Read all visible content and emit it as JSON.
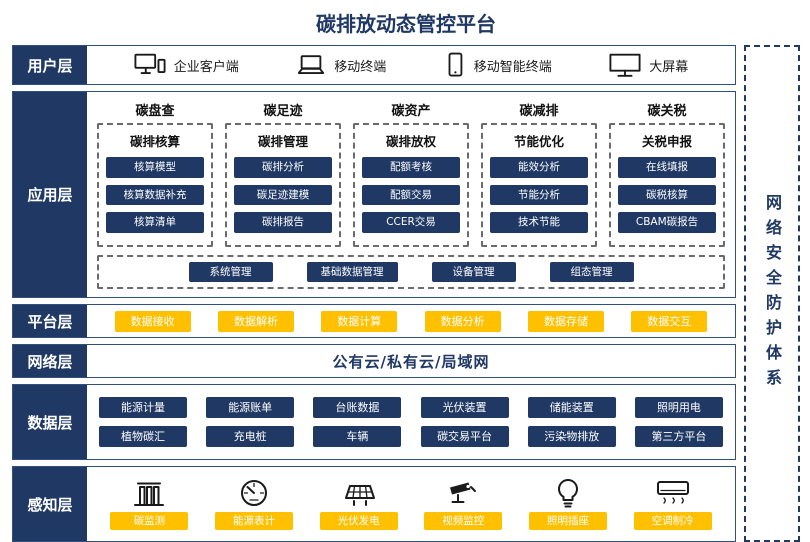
{
  "title": "碳排放动态管控平台",
  "colors": {
    "navy": "#1f3864",
    "yellow": "#ffc000"
  },
  "security_panel": {
    "text": "网络安全防护体系"
  },
  "user_layer": {
    "label": "用户层",
    "items": [
      {
        "icon": "desktop-icon",
        "label": "企业客户端"
      },
      {
        "icon": "laptop-icon",
        "label": "移动终端"
      },
      {
        "icon": "tablet-icon",
        "label": "移动智能终端"
      },
      {
        "icon": "monitor-icon",
        "label": "大屏幕"
      }
    ]
  },
  "app_layer": {
    "label": "应用层",
    "columns": [
      {
        "header": "碳盘查",
        "subheader": "碳排核算",
        "buttons": [
          "核算模型",
          "核算数据补充",
          "核算清单"
        ]
      },
      {
        "header": "碳足迹",
        "subheader": "碳排管理",
        "buttons": [
          "碳排分析",
          "碳足迹建模",
          "碳排报告"
        ]
      },
      {
        "header": "碳资产",
        "subheader": "碳排放权",
        "buttons": [
          "配额考核",
          "配额交易",
          "CCER交易"
        ]
      },
      {
        "header": "碳减排",
        "subheader": "节能优化",
        "buttons": [
          "能效分析",
          "节能分析",
          "技术节能"
        ]
      },
      {
        "header": "碳关税",
        "subheader": "关税申报",
        "buttons": [
          "在线填报",
          "碳税核算",
          "CBAM碳报告"
        ]
      }
    ],
    "common_buttons": [
      "系统管理",
      "基础数据管理",
      "设备管理",
      "组态管理"
    ]
  },
  "platform_layer": {
    "label": "平台层",
    "buttons": [
      "数据接收",
      "数据解析",
      "数据计算",
      "数据分析",
      "数据存储",
      "数据交互"
    ]
  },
  "network_layer": {
    "label": "网络层",
    "text": "公有云/私有云/局域网"
  },
  "data_layer": {
    "label": "数据层",
    "rows": [
      [
        "能源计量",
        "能源账单",
        "台账数据",
        "光伏装置",
        "储能装置",
        "照明用电"
      ],
      [
        "植物碳汇",
        "充电桩",
        "车辆",
        "碳交易平台",
        "污染物排放",
        "第三方平台"
      ]
    ]
  },
  "perception_layer": {
    "label": "感知层",
    "items": [
      {
        "icon": "factory-icon",
        "label": "碳监测"
      },
      {
        "icon": "meter-icon",
        "label": "能源表计"
      },
      {
        "icon": "solar-icon",
        "label": "光伏发电"
      },
      {
        "icon": "camera-icon",
        "label": "视频监控"
      },
      {
        "icon": "bulb-icon",
        "label": "照明插座"
      },
      {
        "icon": "ac-icon",
        "label": "空调制冷"
      }
    ]
  }
}
